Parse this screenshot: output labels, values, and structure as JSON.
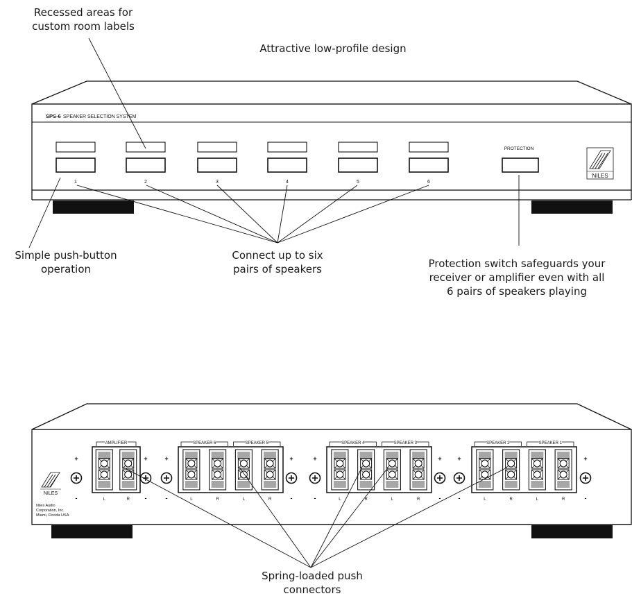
{
  "callouts": {
    "recessed_labels": "Recessed areas for\ncustom room labels",
    "low_profile": "Attractive low-profile design",
    "push_button": "Simple push-button\noperation",
    "six_pairs": "Connect up to six\npairs of speakers",
    "protection": "Protection switch safeguards your\nreceiver or amplifier even with all\n6 pairs of speakers playing",
    "spring_loaded": "Spring-loaded push\nconnectors"
  },
  "front_panel": {
    "model": "SPS-6",
    "model_name": "SPEAKER SELECTION SYSTEM",
    "button_numbers": [
      "1",
      "2",
      "3",
      "4",
      "5",
      "6"
    ],
    "protection_label": "PROTECTION",
    "logo_text": "NILES"
  },
  "rear_panel": {
    "groups": [
      {
        "labels": [
          "AMPLIFIER"
        ],
        "channels": [
          "L",
          "R"
        ]
      },
      {
        "labels": [
          "SPEAKER 6",
          "SPEAKER 5"
        ],
        "channels": [
          "L",
          "R",
          "L",
          "R"
        ]
      },
      {
        "labels": [
          "SPEAKER 4",
          "SPEAKER 3"
        ],
        "channels": [
          "L",
          "R",
          "L",
          "R"
        ]
      },
      {
        "labels": [
          "SPEAKER 2",
          "SPEAKER 1"
        ],
        "channels": [
          "L",
          "R",
          "L",
          "R"
        ]
      }
    ],
    "plus": "+",
    "minus": "-",
    "logo_text": "NILES",
    "company_lines": [
      "Niles Audio",
      "Corporation, Inc.",
      "Miami, Florida  USA"
    ]
  }
}
